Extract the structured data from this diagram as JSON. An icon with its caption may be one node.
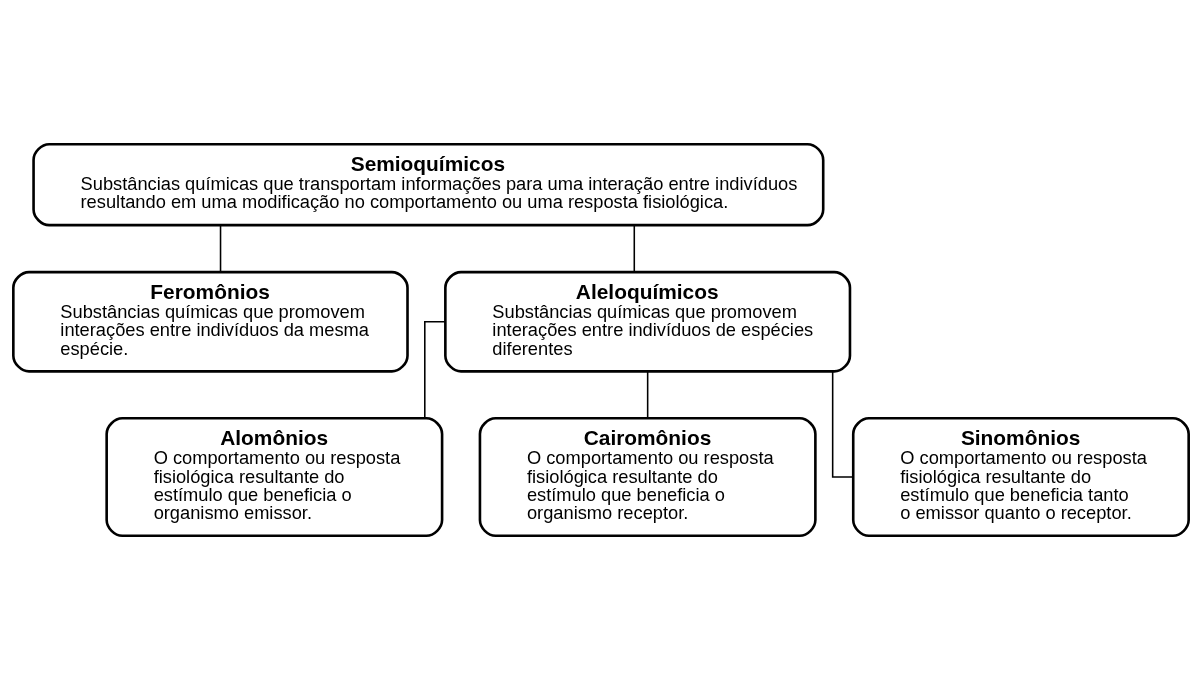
{
  "diagram": {
    "nodes": [
      {
        "text": [
          "Semioquímicos",
          "Substâncias químicas que transportam informações para uma interação entre indivíduos resultando em uma modificação no comportamento ou uma resposta fisiológica."
        ]
      },
      {
        "text": [
          "Feromônios",
          "Substâncias químicas que promovem interações entre indivíduos da mesma espécie."
        ]
      },
      {
        "text": [
          "Aleloquímicos",
          "Substâncias químicas que promovem interações entre indivíduos de espécies diferentes"
        ]
      },
      {
        "text": [
          "Alomônios",
          "O comportamento ou resposta fisiológica resultante do estímulo que beneficia o organismo emissor."
        ]
      },
      {
        "text": [
          "Cairomônios",
          "O comportamento ou resposta fisiológica resultante do estímulo que beneficia o organismo receptor."
        ]
      },
      {
        "text": [
          "Sinomônios",
          "O comportamento ou resposta fisiológica resultante do estímulo que beneficia tanto o emissor quanto o receptor."
        ]
      }
    ],
    "edges": [
      {
        "from": 0,
        "to": 1,
        "arrow": "none"
      },
      {
        "from": 0,
        "to": 2,
        "arrow": "none"
      },
      {
        "from": 2,
        "to": 3,
        "arrow": "none"
      },
      {
        "from": 2,
        "to": 4,
        "arrow": "none"
      },
      {
        "from": 2,
        "to": 5,
        "arrow": "none"
      }
    ]
  }
}
